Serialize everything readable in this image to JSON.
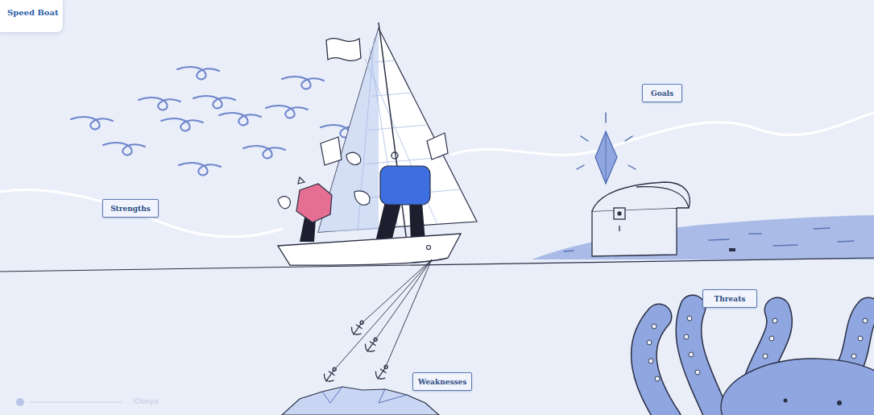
{
  "diagram": {
    "title": "Speed Boat",
    "nodes": [
      {
        "text": [
          "Goals"
        ]
      },
      {
        "text": [
          "Strengths"
        ]
      },
      {
        "text": [
          "Threats"
        ]
      },
      {
        "text": [
          "Weaknesses"
        ]
      }
    ],
    "labels": [
      "iObeya"
    ]
  }
}
